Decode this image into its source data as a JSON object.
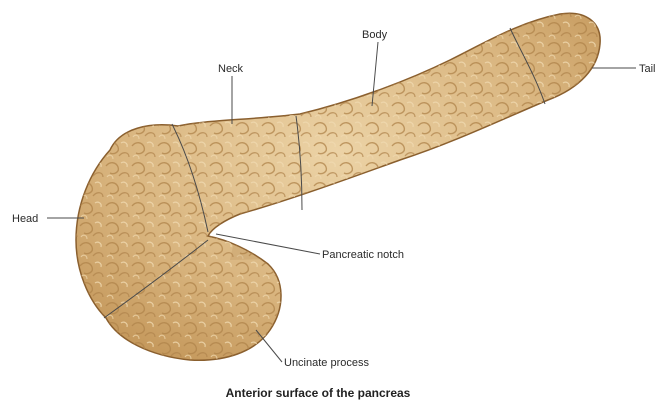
{
  "figure": {
    "caption": "Anterior surface of the pancreas",
    "labels": {
      "head": "Head",
      "neck": "Neck",
      "body": "Body",
      "tail": "Tail",
      "pancreatic_notch": "Pancreatic notch",
      "uncinate_process": "Uncinate process"
    }
  },
  "colors": {
    "tissue_fill": "#d9b57f",
    "tissue_highlight": "#ead0a2",
    "tissue_shadow": "#b88c54",
    "lobule_line": "#a97c45",
    "outline": "#8a5f2e"
  }
}
